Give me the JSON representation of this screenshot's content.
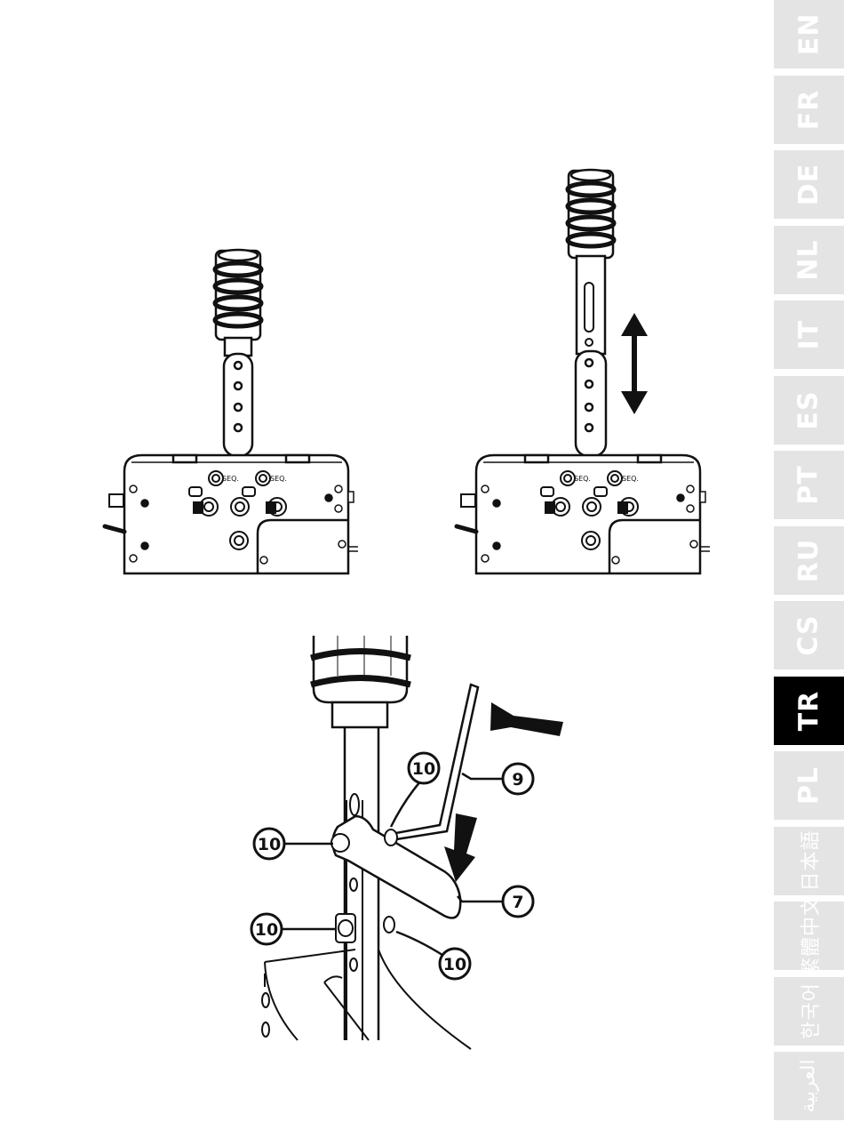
{
  "colors": {
    "line": "#111111",
    "tab_bg": "#e4e4e4",
    "tab_text": "#ffffff",
    "active_tab_bg": "#000000",
    "active_tab_text": "#ffffff"
  },
  "figures": {
    "left_device": {
      "labels": [
        "SEQ.",
        "SEQ."
      ]
    },
    "right_device": {
      "labels": [
        "SEQ.",
        "SEQ."
      ],
      "arrow": "double-arrow-up-down"
    },
    "detail": {
      "callouts": [
        "10",
        "9",
        "10",
        "7",
        "10",
        "10"
      ]
    }
  },
  "language_tabs": [
    {
      "code": "EN",
      "active": false
    },
    {
      "code": "FR",
      "active": false
    },
    {
      "code": "DE",
      "active": false
    },
    {
      "code": "NL",
      "active": false
    },
    {
      "code": "IT",
      "active": false
    },
    {
      "code": "ES",
      "active": false
    },
    {
      "code": "PT",
      "active": false
    },
    {
      "code": "RU",
      "active": false
    },
    {
      "code": "CS",
      "active": false
    },
    {
      "code": "TR",
      "active": true
    },
    {
      "code": "PL",
      "active": false
    },
    {
      "code": "日本語",
      "active": false
    },
    {
      "code": "繁體中文",
      "active": false
    },
    {
      "code": "한국어",
      "active": false
    },
    {
      "code": "العربية",
      "active": false
    }
  ]
}
